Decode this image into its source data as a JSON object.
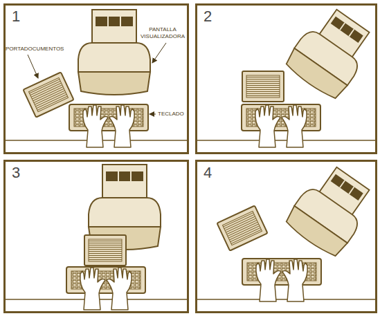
{
  "diagram": {
    "nodes": [
      {
        "text": [
          "1"
        ]
      },
      {
        "text": [
          "2"
        ]
      },
      {
        "text": [
          "3"
        ]
      },
      {
        "text": [
          "4"
        ]
      }
    ],
    "labels": [
      "PORTADOCUMENTOS",
      "PANTALLA VISUALIZADORA",
      "TECLADO"
    ]
  }
}
